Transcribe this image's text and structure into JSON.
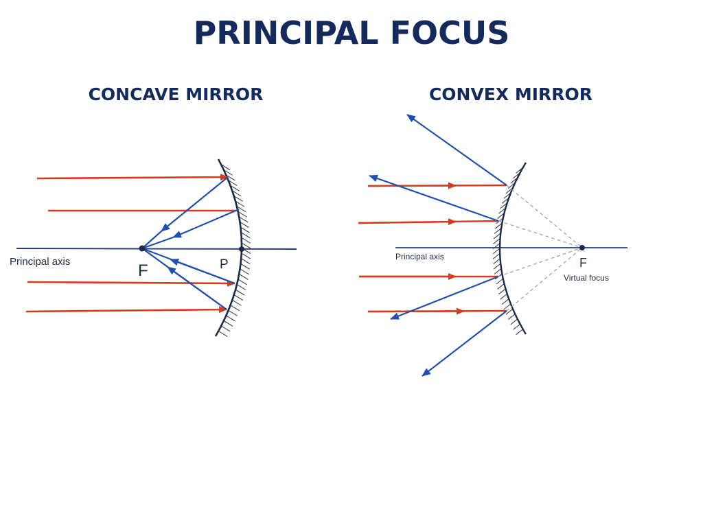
{
  "title": "PRINCIPAL FOCUS",
  "concave": {
    "heading": "CONCAVE MIRROR",
    "axis_label": "Principal axis",
    "focus_label": "F",
    "pole_label": "P"
  },
  "convex": {
    "heading": "CONVEX MIRROR",
    "axis_label": "Principal axis",
    "focus_label": "F",
    "virtual_focus_label": "Virtual focus"
  },
  "colors": {
    "title": "#142a5c",
    "incident_ray": "#d63a1f",
    "reflected_ray": "#1f4fb0",
    "mirror": "#1b2a4a",
    "axis": "#24407a",
    "dashed_extension": "#9aa4b2",
    "hatch": "#3a3f4a"
  }
}
